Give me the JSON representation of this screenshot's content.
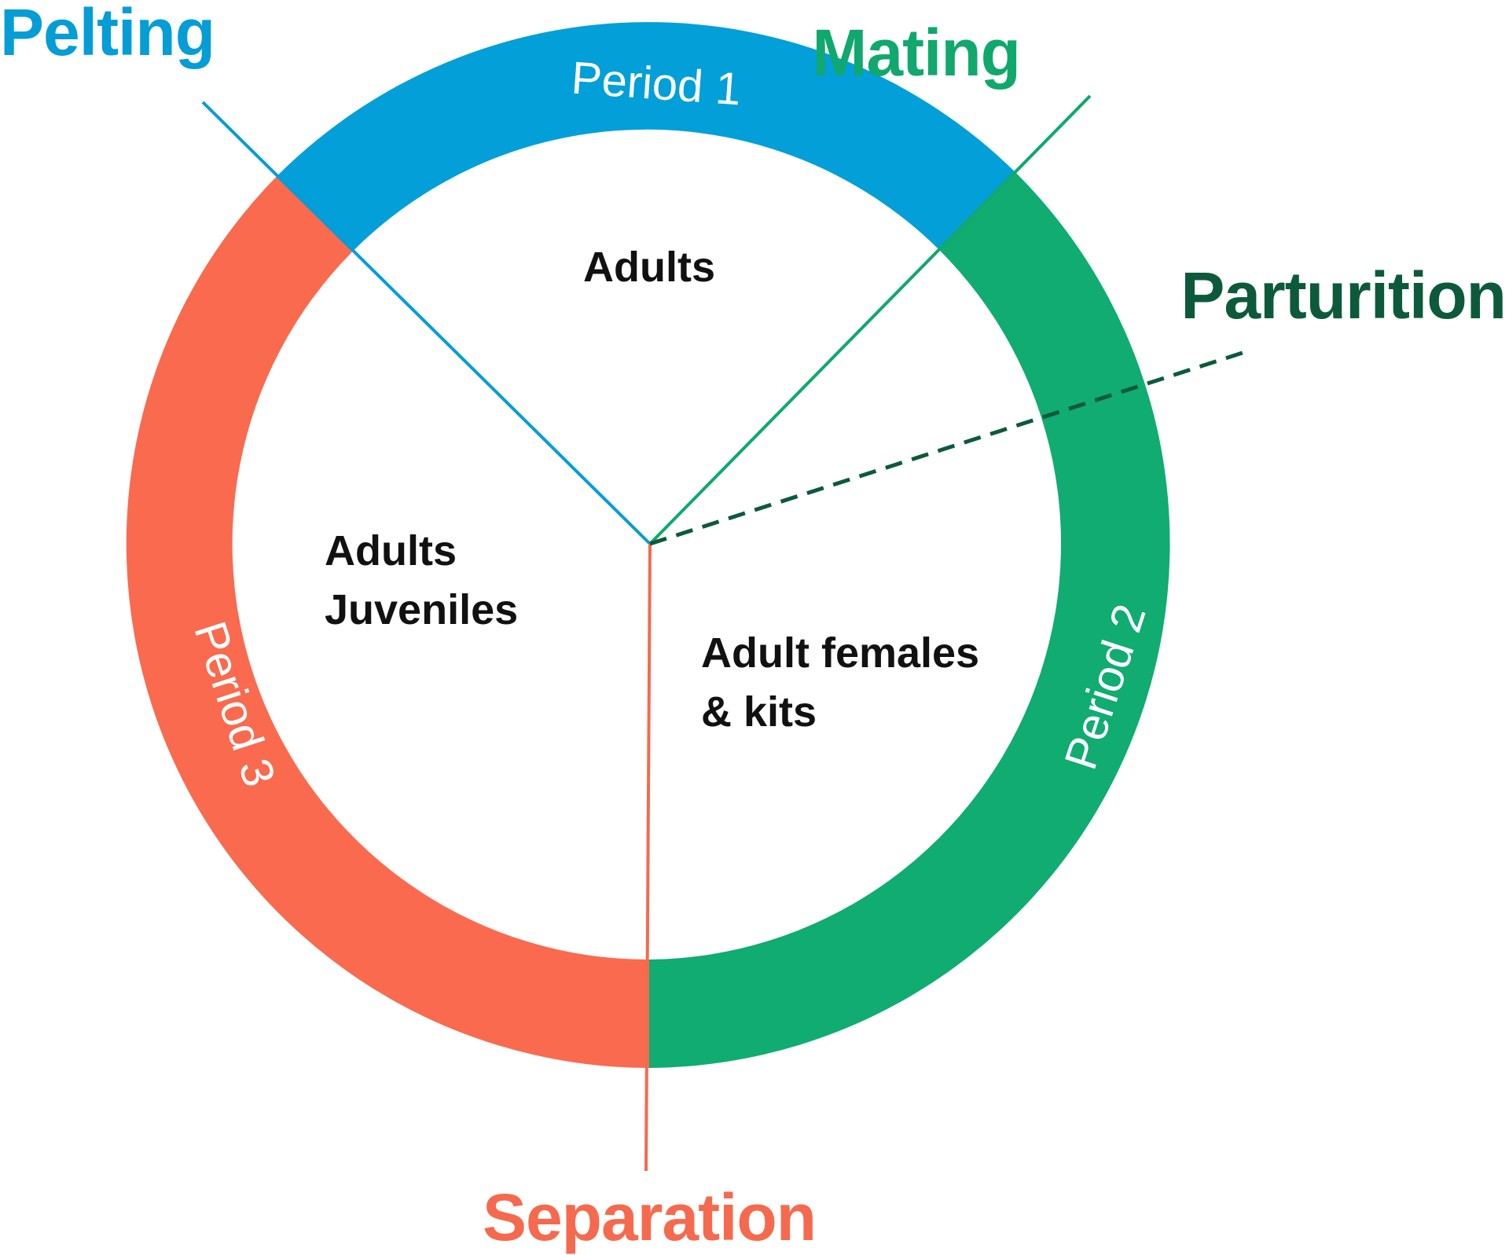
{
  "colors": {
    "period1": "#039fd8",
    "period2": "#10ac71",
    "period3": "#f96a4e",
    "pelting": "#059dd6",
    "mating": "#10a86d",
    "parturition": "#0c5a3b",
    "separation": "#f56a4e",
    "text": "#111111",
    "period_label": "#ffffff"
  },
  "events": {
    "pelting": "Pelting",
    "mating": "Mating",
    "parturition": "Parturition",
    "separation": "Separation"
  },
  "periods": {
    "period1": "Period 1",
    "period2": "Period 2",
    "period3": "Period 3"
  },
  "zones": {
    "period1": [
      "Adults"
    ],
    "period3": [
      "Adults",
      "Juveniles"
    ],
    "period2": [
      "Adult females",
      "& kits"
    ]
  }
}
